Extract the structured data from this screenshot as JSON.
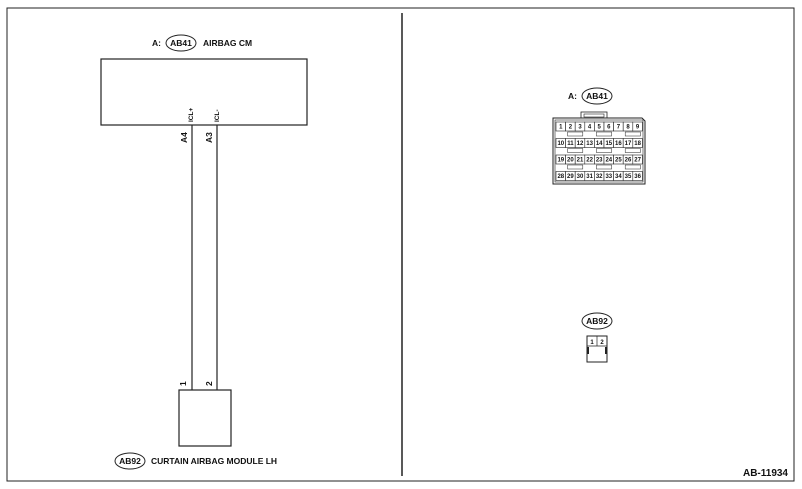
{
  "left_panel": {
    "connector_a": {
      "prefix": "A:",
      "code": "AB41",
      "name": "AIRBAG CM",
      "signals": [
        "ICL+",
        "ICL-"
      ],
      "terminals": [
        "A4",
        "A3"
      ]
    },
    "connector_b": {
      "code": "AB92",
      "name": "CURTAIN AIRBAG MODULE LH",
      "terminals": [
        "1",
        "2"
      ]
    }
  },
  "right_panel": {
    "ab41_view": {
      "prefix": "A:",
      "code": "AB41",
      "rows": [
        [
          "1",
          "2",
          "3",
          "4",
          "5",
          "6",
          "7",
          "8",
          "9"
        ],
        [
          "10",
          "11",
          "12",
          "13",
          "14",
          "15",
          "16",
          "17",
          "18"
        ],
        [
          "19",
          "20",
          "21",
          "22",
          "23",
          "24",
          "25",
          "26",
          "27"
        ],
        [
          "28",
          "29",
          "30",
          "31",
          "32",
          "33",
          "34",
          "35",
          "36"
        ]
      ]
    },
    "ab92_view": {
      "code": "AB92",
      "pins": [
        "1",
        "2"
      ]
    }
  },
  "doc_id": "AB-11934"
}
